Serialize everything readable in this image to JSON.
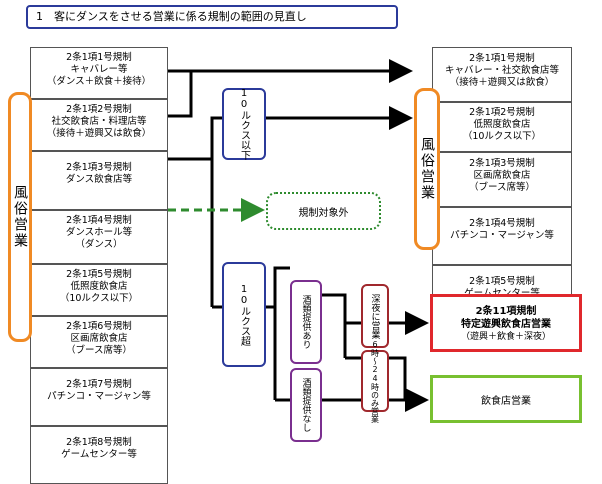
{
  "title": "1　客にダンスをさせる営業に係る規制の範囲の見直し",
  "left_group_label": "風俗営業",
  "right_group_label": "風俗営業",
  "left_items": [
    {
      "lines": [
        "2条1項1号規制",
        "キャバレー等",
        "（ダンス＋飲食＋接待）"
      ]
    },
    {
      "lines": [
        "2条1項2号規制",
        "社交飲食店・料理店等",
        "（接待＋遊興又は飲食）"
      ]
    },
    {
      "lines": [
        "2条1項3号規制",
        "ダンス飲食店等"
      ]
    },
    {
      "lines": [
        "2条1項4号規制",
        "ダンスホール等",
        "（ダンス）"
      ]
    },
    {
      "lines": [
        "2条1項5号規制",
        "低照度飲食店",
        "（10ルクス以下）"
      ]
    },
    {
      "lines": [
        "2条1項6号規制",
        "区画席飲食店",
        "（ブース席等）"
      ]
    },
    {
      "lines": [
        "2条1項7号規制",
        "パチンコ・マージャン等"
      ]
    },
    {
      "lines": [
        "2条1項8号規制",
        "ゲームセンター等"
      ]
    }
  ],
  "right_items": [
    {
      "lines": [
        "2条1項1号規制",
        "キャバレー・社交飲食店等",
        "（接待＋遊興又は飲食）"
      ]
    },
    {
      "lines": [
        "2条1項2号規制",
        "低照度飲食店",
        "（10ルクス以下）"
      ]
    },
    {
      "lines": [
        "2条1項3号規制",
        "区画席飲食店",
        "（ブース席等）"
      ]
    },
    {
      "lines": [
        "2条1項4号規制",
        "パチンコ・マージャン等"
      ]
    },
    {
      "lines": [
        "2条1項5号規制",
        "ゲームセンター等"
      ]
    }
  ],
  "lux_low": "10ルクス以下",
  "lux_high": "10ルクス超",
  "not_regulated": "規制対象外",
  "alcohol_yes": "酒類提供あり",
  "alcohol_no": "酒類提供なし",
  "late_night": "深夜に営業",
  "hours_only": "6時〜24時のみ営業",
  "special_title": "2条11項規制",
  "special_name": "特定遊興飲食店営業",
  "special_sub": "（遊興＋飲食＋深夜）",
  "restaurant": "飲食店営業",
  "colors": {
    "blue": "#2b3a9a",
    "orange": "#f08a24",
    "purple": "#7a2f8f",
    "red": "#e0282c",
    "green": "#78c030",
    "green_dash": "#2e8b2e"
  }
}
